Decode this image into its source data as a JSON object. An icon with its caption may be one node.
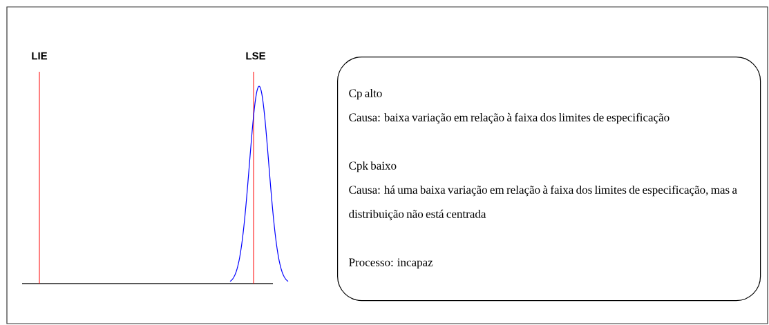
{
  "diagram": {
    "nodes": [
      {
        "text": [
          "Cp alto",
          "Causa: baixa variação em relação à faixa dos limites de especificação",
          "Cpk baixo",
          "Causa: há uma baixa variação em relação à faixa dos limites de especificação, mas a distribuição não está centrada",
          "Processo: incapaz"
        ]
      }
    ],
    "edges": [],
    "labels": [
      "LIE",
      "LSE"
    ]
  }
}
